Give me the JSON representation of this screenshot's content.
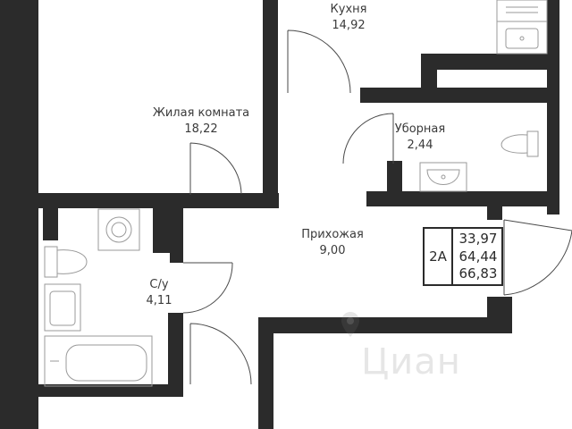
{
  "rooms": {
    "kitchen": {
      "name": "Кухня",
      "area": "14,92"
    },
    "living": {
      "name": "Жилая комната",
      "area": "18,22"
    },
    "toilet": {
      "name": "Уборная",
      "area": "2,44"
    },
    "hall": {
      "name": "Прихожая",
      "area": "9,00"
    },
    "bathroom": {
      "name": "С/у",
      "area": "4,11"
    }
  },
  "apartment": {
    "type": "2А",
    "areas": [
      "33,97",
      "64,44",
      "66,83"
    ]
  },
  "watermark": "Циан",
  "colors": {
    "wall": "#2b2b2b",
    "fixture_line": "#9a9a9a",
    "background": "#ffffff"
  },
  "icons": [
    "pin-icon",
    "sink-icon",
    "toilet-icon",
    "washing-machine-icon",
    "bathtub-icon",
    "stove-icon"
  ]
}
